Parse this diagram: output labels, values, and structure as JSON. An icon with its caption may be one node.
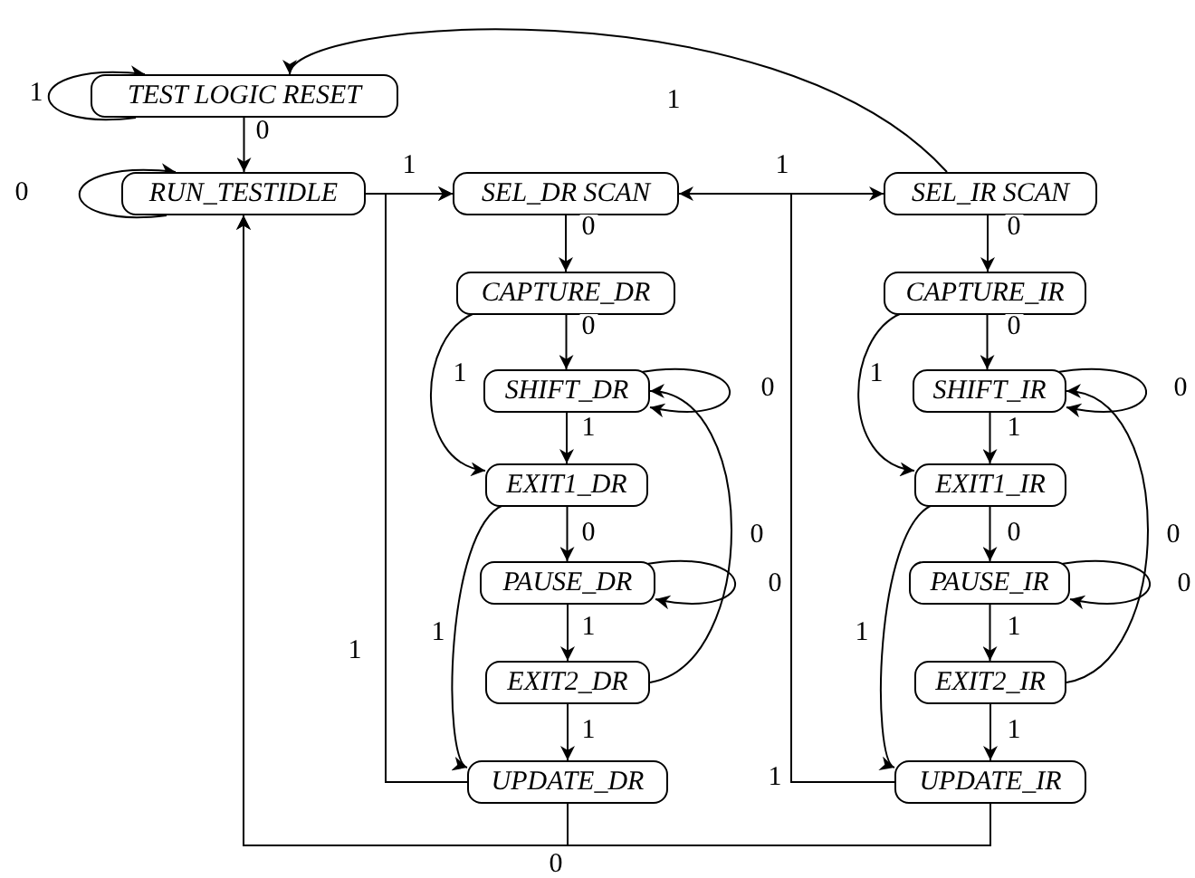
{
  "diagram": {
    "nodes": [
      {
        "text": [
          "TEST LOGIC RESET"
        ]
      },
      {
        "text": [
          "RUN_TESTIDLE"
        ]
      },
      {
        "text": [
          "SEL_DR SCAN"
        ]
      },
      {
        "text": [
          "CAPTURE_DR"
        ]
      },
      {
        "text": [
          "SHIFT_DR"
        ]
      },
      {
        "text": [
          "EXIT1_DR"
        ]
      },
      {
        "text": [
          "PAUSE_DR"
        ]
      },
      {
        "text": [
          "EXIT2_DR"
        ]
      },
      {
        "text": [
          "UPDATE_DR"
        ]
      },
      {
        "text": [
          "SEL_IR SCAN"
        ]
      },
      {
        "text": [
          "CAPTURE_IR"
        ]
      },
      {
        "text": [
          "SHIFT_IR"
        ]
      },
      {
        "text": [
          "EXIT1_IR"
        ]
      },
      {
        "text": [
          "PAUSE_IR"
        ]
      },
      {
        "text": [
          "EXIT2_IR"
        ]
      },
      {
        "text": [
          "UPDATE_IR"
        ]
      }
    ],
    "edges": [
      {
        "from": 0,
        "to": 0,
        "arrow": "to",
        "label": "1"
      },
      {
        "from": 0,
        "to": 1,
        "arrow": "to",
        "label": "0"
      },
      {
        "from": 1,
        "to": 1,
        "arrow": "to",
        "label": "0"
      },
      {
        "from": 1,
        "to": 2,
        "arrow": "to",
        "label": "1"
      },
      {
        "from": 2,
        "to": 3,
        "arrow": "to",
        "label": "0"
      },
      {
        "from": 2,
        "to": 9,
        "arrow": "to",
        "label": "1"
      },
      {
        "from": 9,
        "to": 0,
        "arrow": "to",
        "label": "1"
      },
      {
        "from": 9,
        "to": 10,
        "arrow": "to",
        "label": "0"
      },
      {
        "from": 3,
        "to": 4,
        "arrow": "to",
        "label": "0"
      },
      {
        "from": 3,
        "to": 5,
        "arrow": "to",
        "label": "1"
      },
      {
        "from": 4,
        "to": 4,
        "arrow": "to",
        "label": "0"
      },
      {
        "from": 4,
        "to": 5,
        "arrow": "to",
        "label": "1"
      },
      {
        "from": 5,
        "to": 6,
        "arrow": "to",
        "label": "0"
      },
      {
        "from": 5,
        "to": 8,
        "arrow": "to",
        "label": "1"
      },
      {
        "from": 6,
        "to": 6,
        "arrow": "to",
        "label": "0"
      },
      {
        "from": 6,
        "to": 7,
        "arrow": "to",
        "label": "1"
      },
      {
        "from": 7,
        "to": 4,
        "arrow": "to",
        "label": "0"
      },
      {
        "from": 7,
        "to": 8,
        "arrow": "to",
        "label": "1"
      },
      {
        "from": 8,
        "to": 2,
        "arrow": "to",
        "label": "1"
      },
      {
        "from": 8,
        "to": 1,
        "arrow": "to",
        "label": "0"
      },
      {
        "from": 10,
        "to": 11,
        "arrow": "to",
        "label": "0"
      },
      {
        "from": 10,
        "to": 12,
        "arrow": "to",
        "label": "1"
      },
      {
        "from": 11,
        "to": 11,
        "arrow": "to",
        "label": "0"
      },
      {
        "from": 11,
        "to": 12,
        "arrow": "to",
        "label": "1"
      },
      {
        "from": 12,
        "to": 13,
        "arrow": "to",
        "label": "0"
      },
      {
        "from": 12,
        "to": 15,
        "arrow": "to",
        "label": "1"
      },
      {
        "from": 13,
        "to": 13,
        "arrow": "to",
        "label": "0"
      },
      {
        "from": 13,
        "to": 14,
        "arrow": "to",
        "label": "1"
      },
      {
        "from": 14,
        "to": 11,
        "arrow": "to",
        "label": "0"
      },
      {
        "from": 14,
        "to": 15,
        "arrow": "to",
        "label": "1"
      },
      {
        "from": 15,
        "to": 2,
        "arrow": "to",
        "label": "1"
      },
      {
        "from": 15,
        "to": 1,
        "arrow": "to"
      }
    ]
  }
}
